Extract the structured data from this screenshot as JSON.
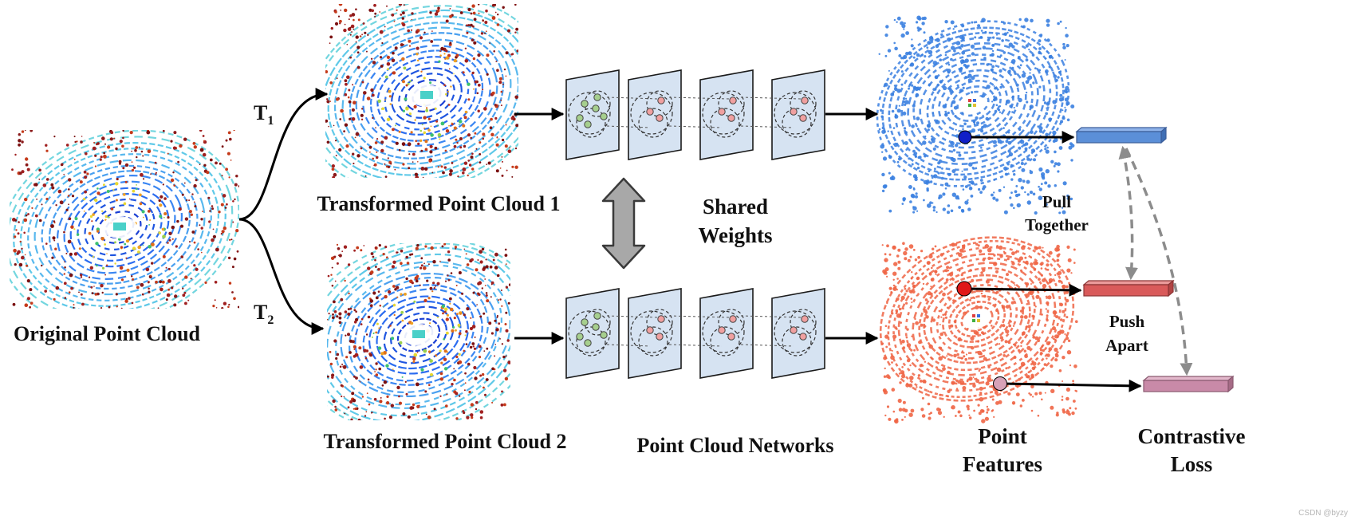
{
  "labels": {
    "original": "Original Point Cloud",
    "transformed_1": "Transformed Point Cloud 1",
    "transformed_2": "Transformed Point Cloud 2",
    "shared_line1": "Shared",
    "shared_line2": "Weights",
    "networks": "Point Cloud Networks",
    "point_line1": "Point",
    "point_line2": "Features",
    "contrastive_line1": "Contrastive",
    "contrastive_line2": "Loss",
    "pull_line1": "Pull",
    "pull_line2": "Together",
    "push_line1": "Push",
    "push_line2": "Apart",
    "t_letter": "T",
    "t1_sub": "1",
    "t2_sub": "2",
    "watermark": "CSDN @byzy"
  },
  "colors": {
    "feature_blue": "#5b8fd8",
    "feature_red": "#d95a5a",
    "feature_pink": "#c98aa8",
    "anchor_blue": "#1020c8",
    "anchor_red": "#e01818",
    "anchor_pink": "#d7a2b8",
    "cloud_blue": "#3a7fe0",
    "cloud_orange": "#ef6545",
    "panel_fill": "#d6e3f2",
    "green_node": "#a6cf8e",
    "red_node": "#f0a0a0",
    "double_arrow": "#a8a8a8"
  }
}
